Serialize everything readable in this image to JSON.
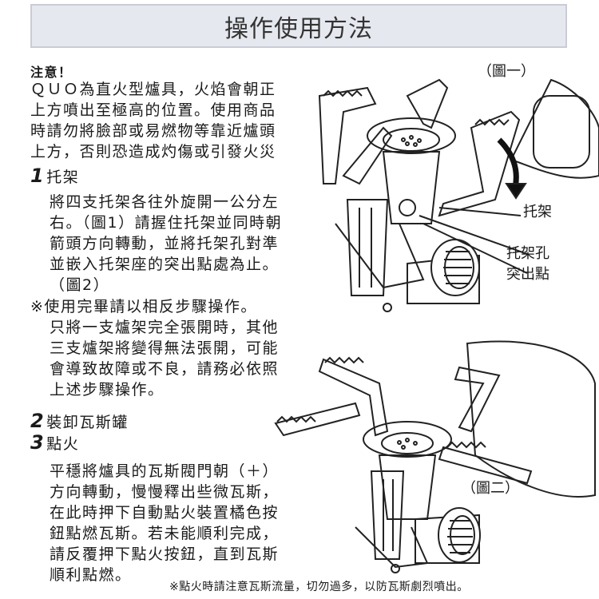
{
  "title": "操作使用方法",
  "warning": {
    "heading": "注意！",
    "lines": [
      "ＱＵＯ為直火型爐具，火焰會朝正",
      "上方噴出至極高的位置。使用商品",
      "時請勿將臉部或易燃物等靠近爐頭",
      "上方，否則恐造成灼傷或引發火災"
    ]
  },
  "steps": [
    {
      "number": "1",
      "title": "托架",
      "lines": [
        "將四支托架各往外旋開一公分左",
        "右。（圖1）請握住托架並同時朝",
        "箭頭方向轉動，並將托架孔對準",
        "並嵌入托架座的突出點處為止。",
        "（圖2）"
      ]
    },
    {
      "number": "2",
      "title": "裝卸瓦斯罐",
      "lines": []
    },
    {
      "number": "3",
      "title": "點火",
      "lines": [
        "平穩將爐具的瓦斯閥門朝（＋）",
        "方向轉動，慢慢釋出些微瓦斯，",
        "在此時押下自動點火裝置橘色按",
        "鈕點燃瓦斯。若未能順利完成，",
        "請反覆押下點火按鈕，直到瓦斯",
        "順利點燃。"
      ]
    }
  ],
  "note": {
    "first": "※使用完畢請以相反步驟操作。",
    "lines": [
      "只將一支爐架完全張開時，其他",
      "三支爐架將變得無法張開，可能",
      "會導致故障或不良，請務必依照",
      "上述步驟操作。"
    ]
  },
  "footnote": "※點火時請注意瓦斯流量，切勿過多，以防瓦斯劇烈噴出。",
  "figures": {
    "fig1": {
      "label": "（圖一）",
      "callouts": [
        "托架",
        "托架孔",
        "突出點"
      ]
    },
    "fig2": {
      "label": "（圖二）"
    }
  }
}
